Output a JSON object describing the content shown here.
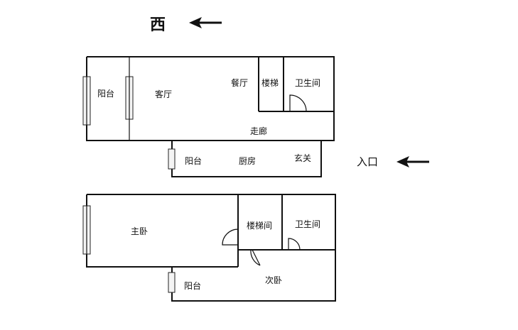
{
  "compass": {
    "label": "西"
  },
  "entrance": {
    "label": "入口"
  },
  "upper_floor": {
    "balcony_left": "阳台",
    "living_room": "客厅",
    "dining_room": "餐厅",
    "stairs": "楼梯",
    "bathroom": "卫生间",
    "corridor": "走廊",
    "balcony_lower": "阳台",
    "kitchen": "厨房",
    "foyer": "玄关"
  },
  "lower_floor": {
    "master_bedroom": "主卧",
    "stairwell": "楼梯间",
    "bathroom": "卫生间",
    "balcony": "阳台",
    "second_bedroom": "次卧"
  }
}
